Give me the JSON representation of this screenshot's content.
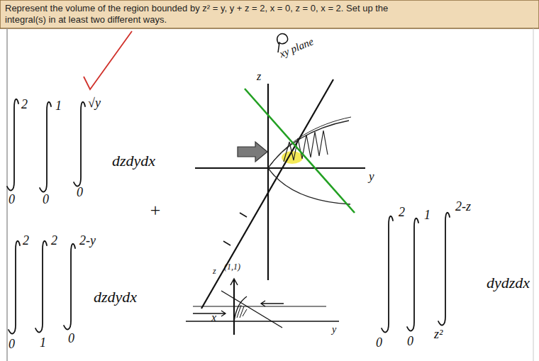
{
  "diagram": {
    "title": "Represent the volume of the region bounded by z² = y, y + z = 2, x = 0, z = 0, x = 2. Set up the integral(s) in at least two different ways.",
    "labels": [
      "xy plane",
      "z",
      "y",
      "x",
      "2",
      "0",
      "1",
      "0",
      "√y",
      "0",
      "dzdydx",
      "+",
      "2",
      "0",
      "2",
      "1",
      "2-y",
      "0",
      "dzdydx",
      "2",
      "0",
      "1",
      "0",
      "2-z",
      "z²",
      "dydzdx",
      "z",
      "(1,1)",
      "y"
    ]
  }
}
